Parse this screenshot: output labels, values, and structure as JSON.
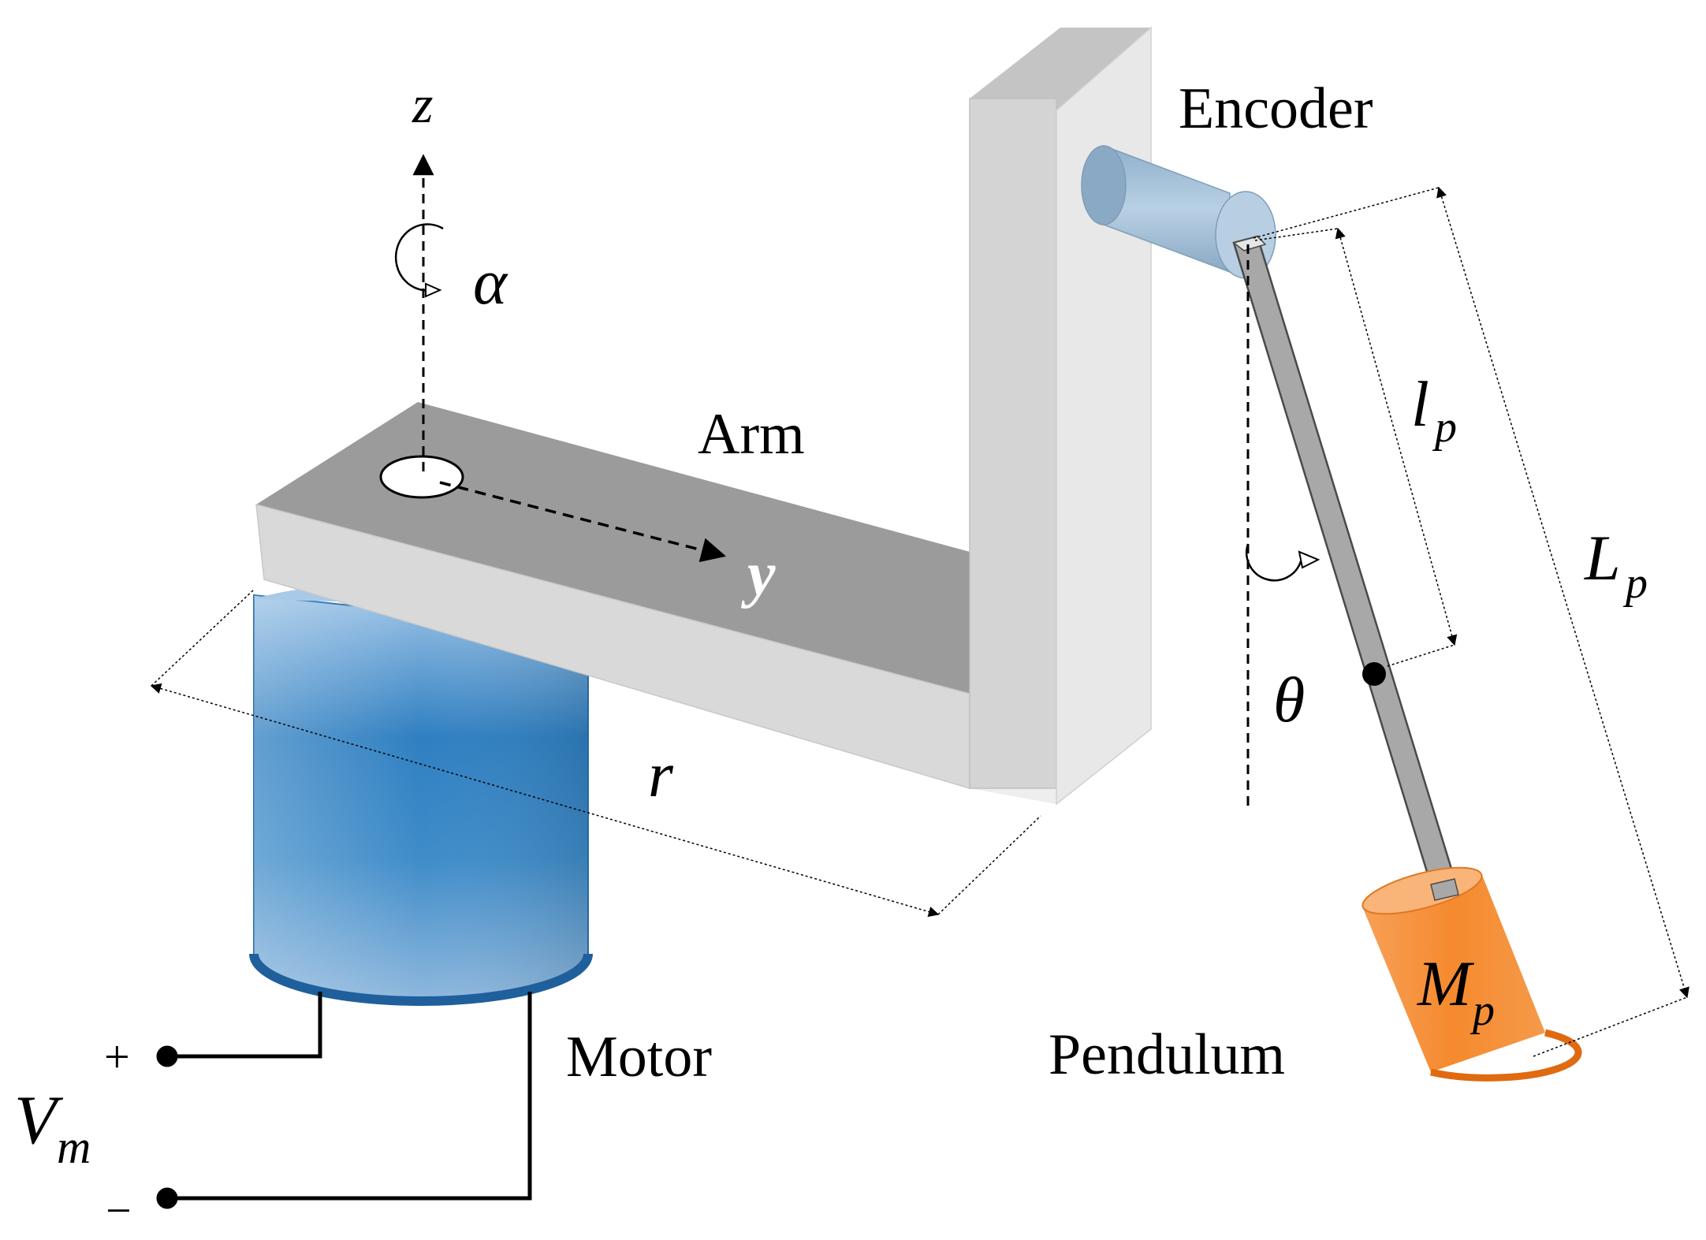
{
  "labels": {
    "encoder": "Encoder",
    "arm": "Arm",
    "motor": "Motor",
    "pendulum": "Pendulum"
  },
  "symbols": {
    "z": "z",
    "y": "y",
    "alpha": "α",
    "theta": "θ",
    "r": "r",
    "l": "l",
    "l_sub": "p",
    "L": "L",
    "L_sub": "p",
    "M": "M",
    "M_sub": "p",
    "V": "V",
    "V_sub": "m",
    "plus": "+",
    "minus": "−"
  },
  "colors": {
    "motor_blue": "#2f7fc1",
    "pendulum_orange": "#f58a2e",
    "arm_top": "#9c9c9c",
    "arm_front": "#d8d8d8",
    "encoder_blue": "#a9c4dc"
  }
}
